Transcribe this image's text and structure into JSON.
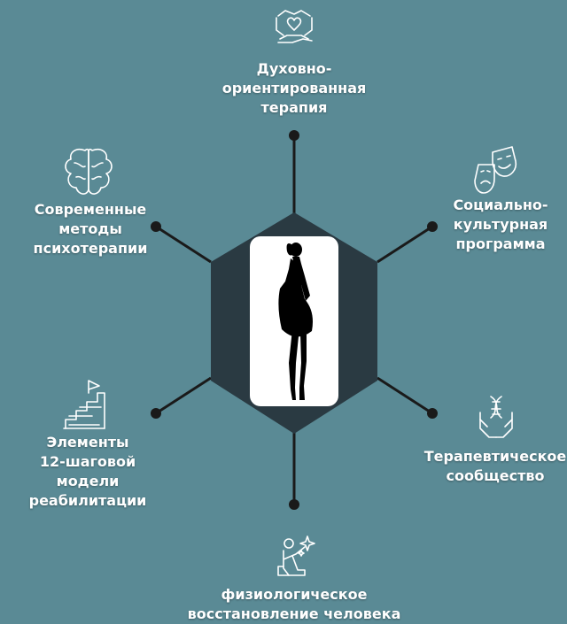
{
  "colors": {
    "background": "#5a8a95",
    "hexagon": "#2a3a42",
    "connector": "#1a1a1a",
    "card": "#ffffff",
    "text": "#ffffff"
  },
  "nodes": [
    {
      "id": "top",
      "icon": "hands-heart-icon",
      "lines": [
        "Духовно-",
        "ориентированная",
        "терапия"
      ]
    },
    {
      "id": "upper-right",
      "icon": "theater-masks-icon",
      "lines": [
        "Социально-",
        "культурная",
        "программа"
      ]
    },
    {
      "id": "lower-right",
      "icon": "hands-dna-icon",
      "lines": [
        "Терапевтическое",
        "сообщество"
      ]
    },
    {
      "id": "bottom",
      "icon": "person-stars-icon",
      "lines": [
        "физиологическое",
        "восстановление человека"
      ]
    },
    {
      "id": "lower-left",
      "icon": "stairs-flag-icon",
      "lines": [
        "Элементы",
        "12-шаговой модели",
        "реабилитации"
      ]
    },
    {
      "id": "upper-left",
      "icon": "brain-icon",
      "lines": [
        "Современные",
        "методы",
        "психотерапии"
      ]
    }
  ],
  "center": {
    "figure": "woman-silhouette"
  }
}
